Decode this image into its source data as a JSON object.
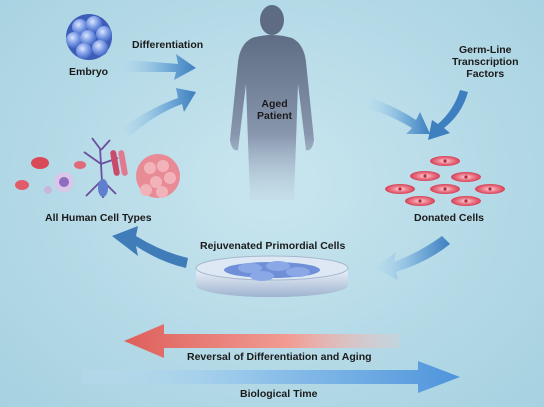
{
  "labels": {
    "embryo": "Embryo",
    "differentiation": "Differentiation",
    "germline": "Germ-Line\nTranscription\nFactors",
    "aged_patient": "Aged\nPatient",
    "all_human_cell_types": "All Human Cell Types",
    "donated_cells": "Donated Cells",
    "rejuvenated_primordial_cells": "Rejuvenated Primordial Cells",
    "reversal": "Reversal of Differentiation and Aging",
    "biological_time": "Biological Time"
  },
  "colors": {
    "background": "#b5dae7",
    "arrow_blue": "#4e8fc4",
    "reversal_arrow": "#e0706a",
    "time_arrow": "#5d9ee0",
    "cell_red": "#e04d5f",
    "embryo_blue": "#5b84d8"
  },
  "icons": [
    "embryo-icon",
    "patient-silhouette-icon",
    "donated-cells-icon",
    "petri-dish-icon",
    "human-cell-types-icon"
  ]
}
